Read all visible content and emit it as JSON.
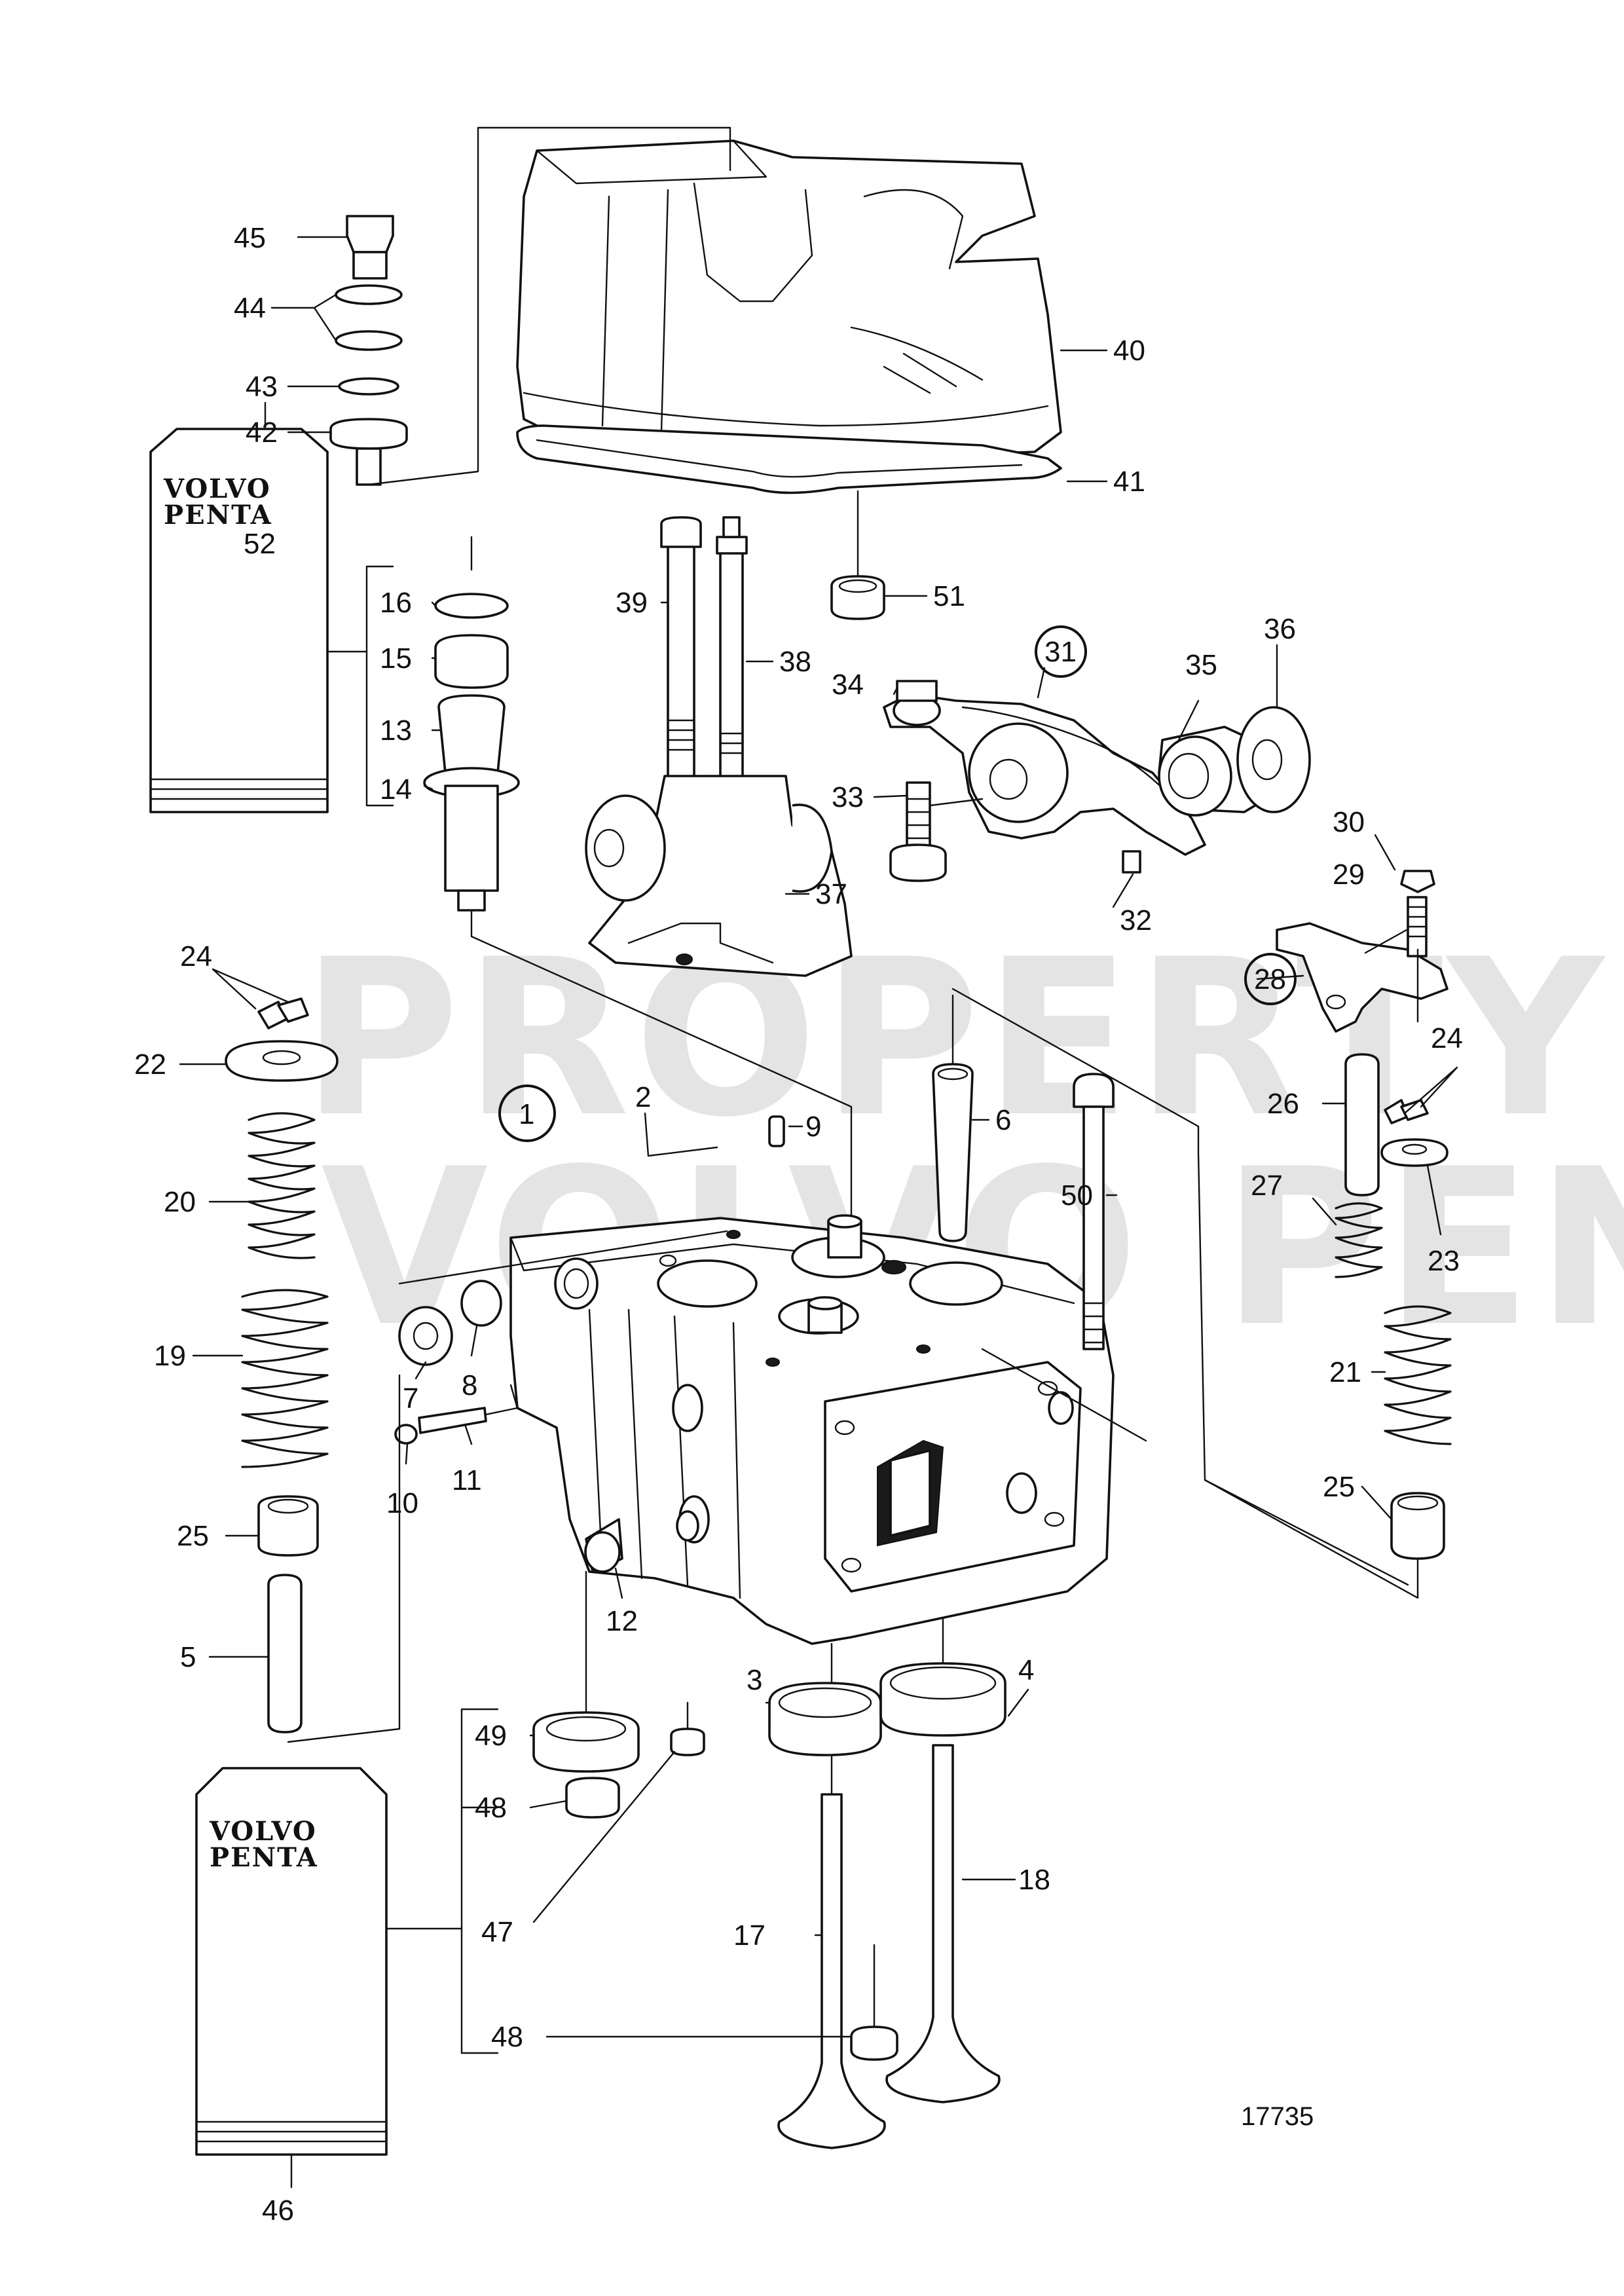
{
  "watermark": {
    "line1": "PROPERTY OF",
    "line2": "VOLVO PENTA"
  },
  "brand_kits": {
    "top": {
      "callout": "52",
      "brand_line1": "VOLVO",
      "brand_line2": "PENTA"
    },
    "bottom": {
      "callout": "46",
      "brand_line1": "VOLVO",
      "brand_line2": "PENTA"
    }
  },
  "figure_number": "17735",
  "callouts": {
    "c1": "1",
    "c2": "2",
    "c3": "3",
    "c4": "4",
    "c5": "5",
    "c6": "6",
    "c7": "7",
    "c8": "8",
    "c9": "9",
    "c10": "10",
    "c11": "11",
    "c12": "12",
    "c13": "13",
    "c14": "14",
    "c15": "15",
    "c16": "16",
    "c17": "17",
    "c18": "18",
    "c19": "19",
    "c20": "20",
    "c21": "21",
    "c22": "22",
    "c23": "23",
    "c24a": "24",
    "c24b": "24",
    "c25a": "25",
    "c25b": "25",
    "c26": "26",
    "c27": "27",
    "c28": "28",
    "c29": "29",
    "c30": "30",
    "c31": "31",
    "c32": "32",
    "c33": "33",
    "c34": "34",
    "c35": "35",
    "c36": "36",
    "c37": "37",
    "c38": "38",
    "c39": "39",
    "c40": "40",
    "c41": "41",
    "c42": "42",
    "c43": "43",
    "c44": "44",
    "c45": "45",
    "c47": "47",
    "c48a": "48",
    "c48b": "48",
    "c49": "49",
    "c50": "50",
    "c51": "51"
  }
}
